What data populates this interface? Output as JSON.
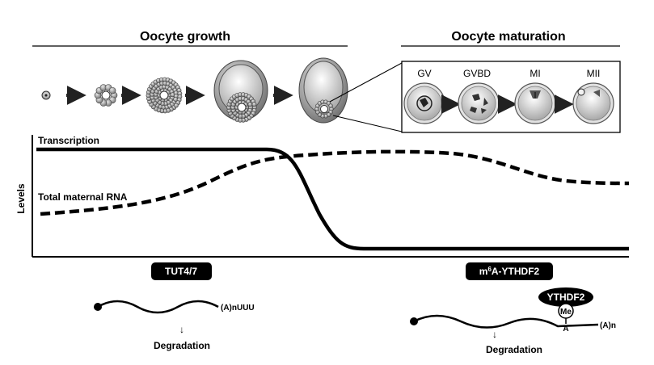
{
  "phases": {
    "growth": "Oocyte growth",
    "maturation": "Oocyte maturation"
  },
  "maturation_stages": [
    "GV",
    "GVBD",
    "MI",
    "MII"
  ],
  "graph": {
    "y_axis": "Levels",
    "transcription": "Transcription",
    "maternal_rna": "Total maternal RNA"
  },
  "mechanisms": {
    "left_pill": "TUT4/7",
    "right_pill_sup": "6",
    "right_pill_pre": "m",
    "right_pill_post": "A-YTHDF2"
  },
  "left_rna": {
    "tail": "(A)nUUU",
    "arrow": "↓",
    "outcome": "Degradation"
  },
  "right_rna": {
    "reader": "YTHDF2",
    "mark": "Me",
    "base": "A",
    "tail": "(A)n",
    "arrow": "↓",
    "outcome": "Degradation"
  }
}
